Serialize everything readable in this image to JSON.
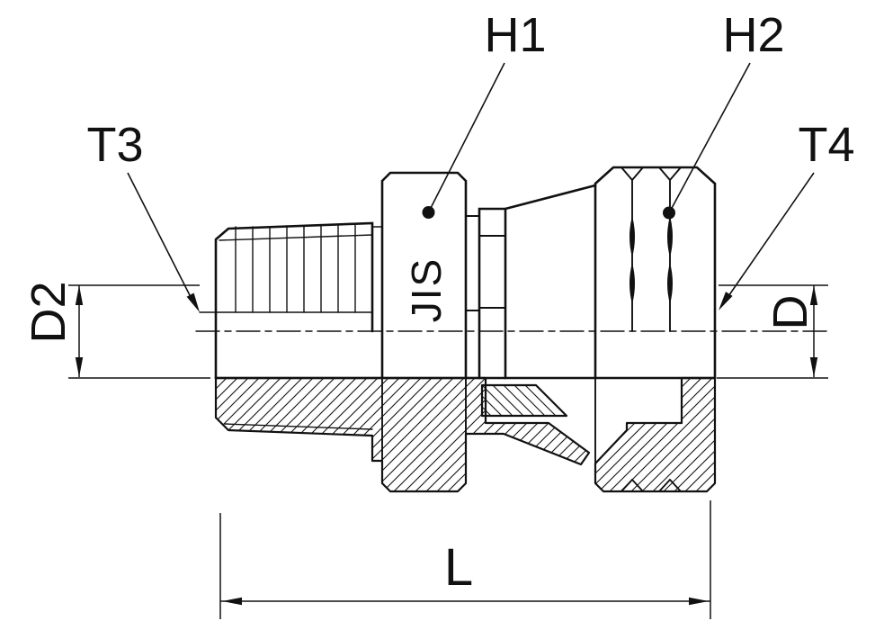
{
  "labels": {
    "h1": "H1",
    "h2": "H2",
    "t3": "T3",
    "t4": "T4",
    "d2": "D2",
    "d": "D",
    "l": "L",
    "marking": "JIS"
  },
  "colors": {
    "ink": "#111111",
    "background": "#ffffff"
  }
}
